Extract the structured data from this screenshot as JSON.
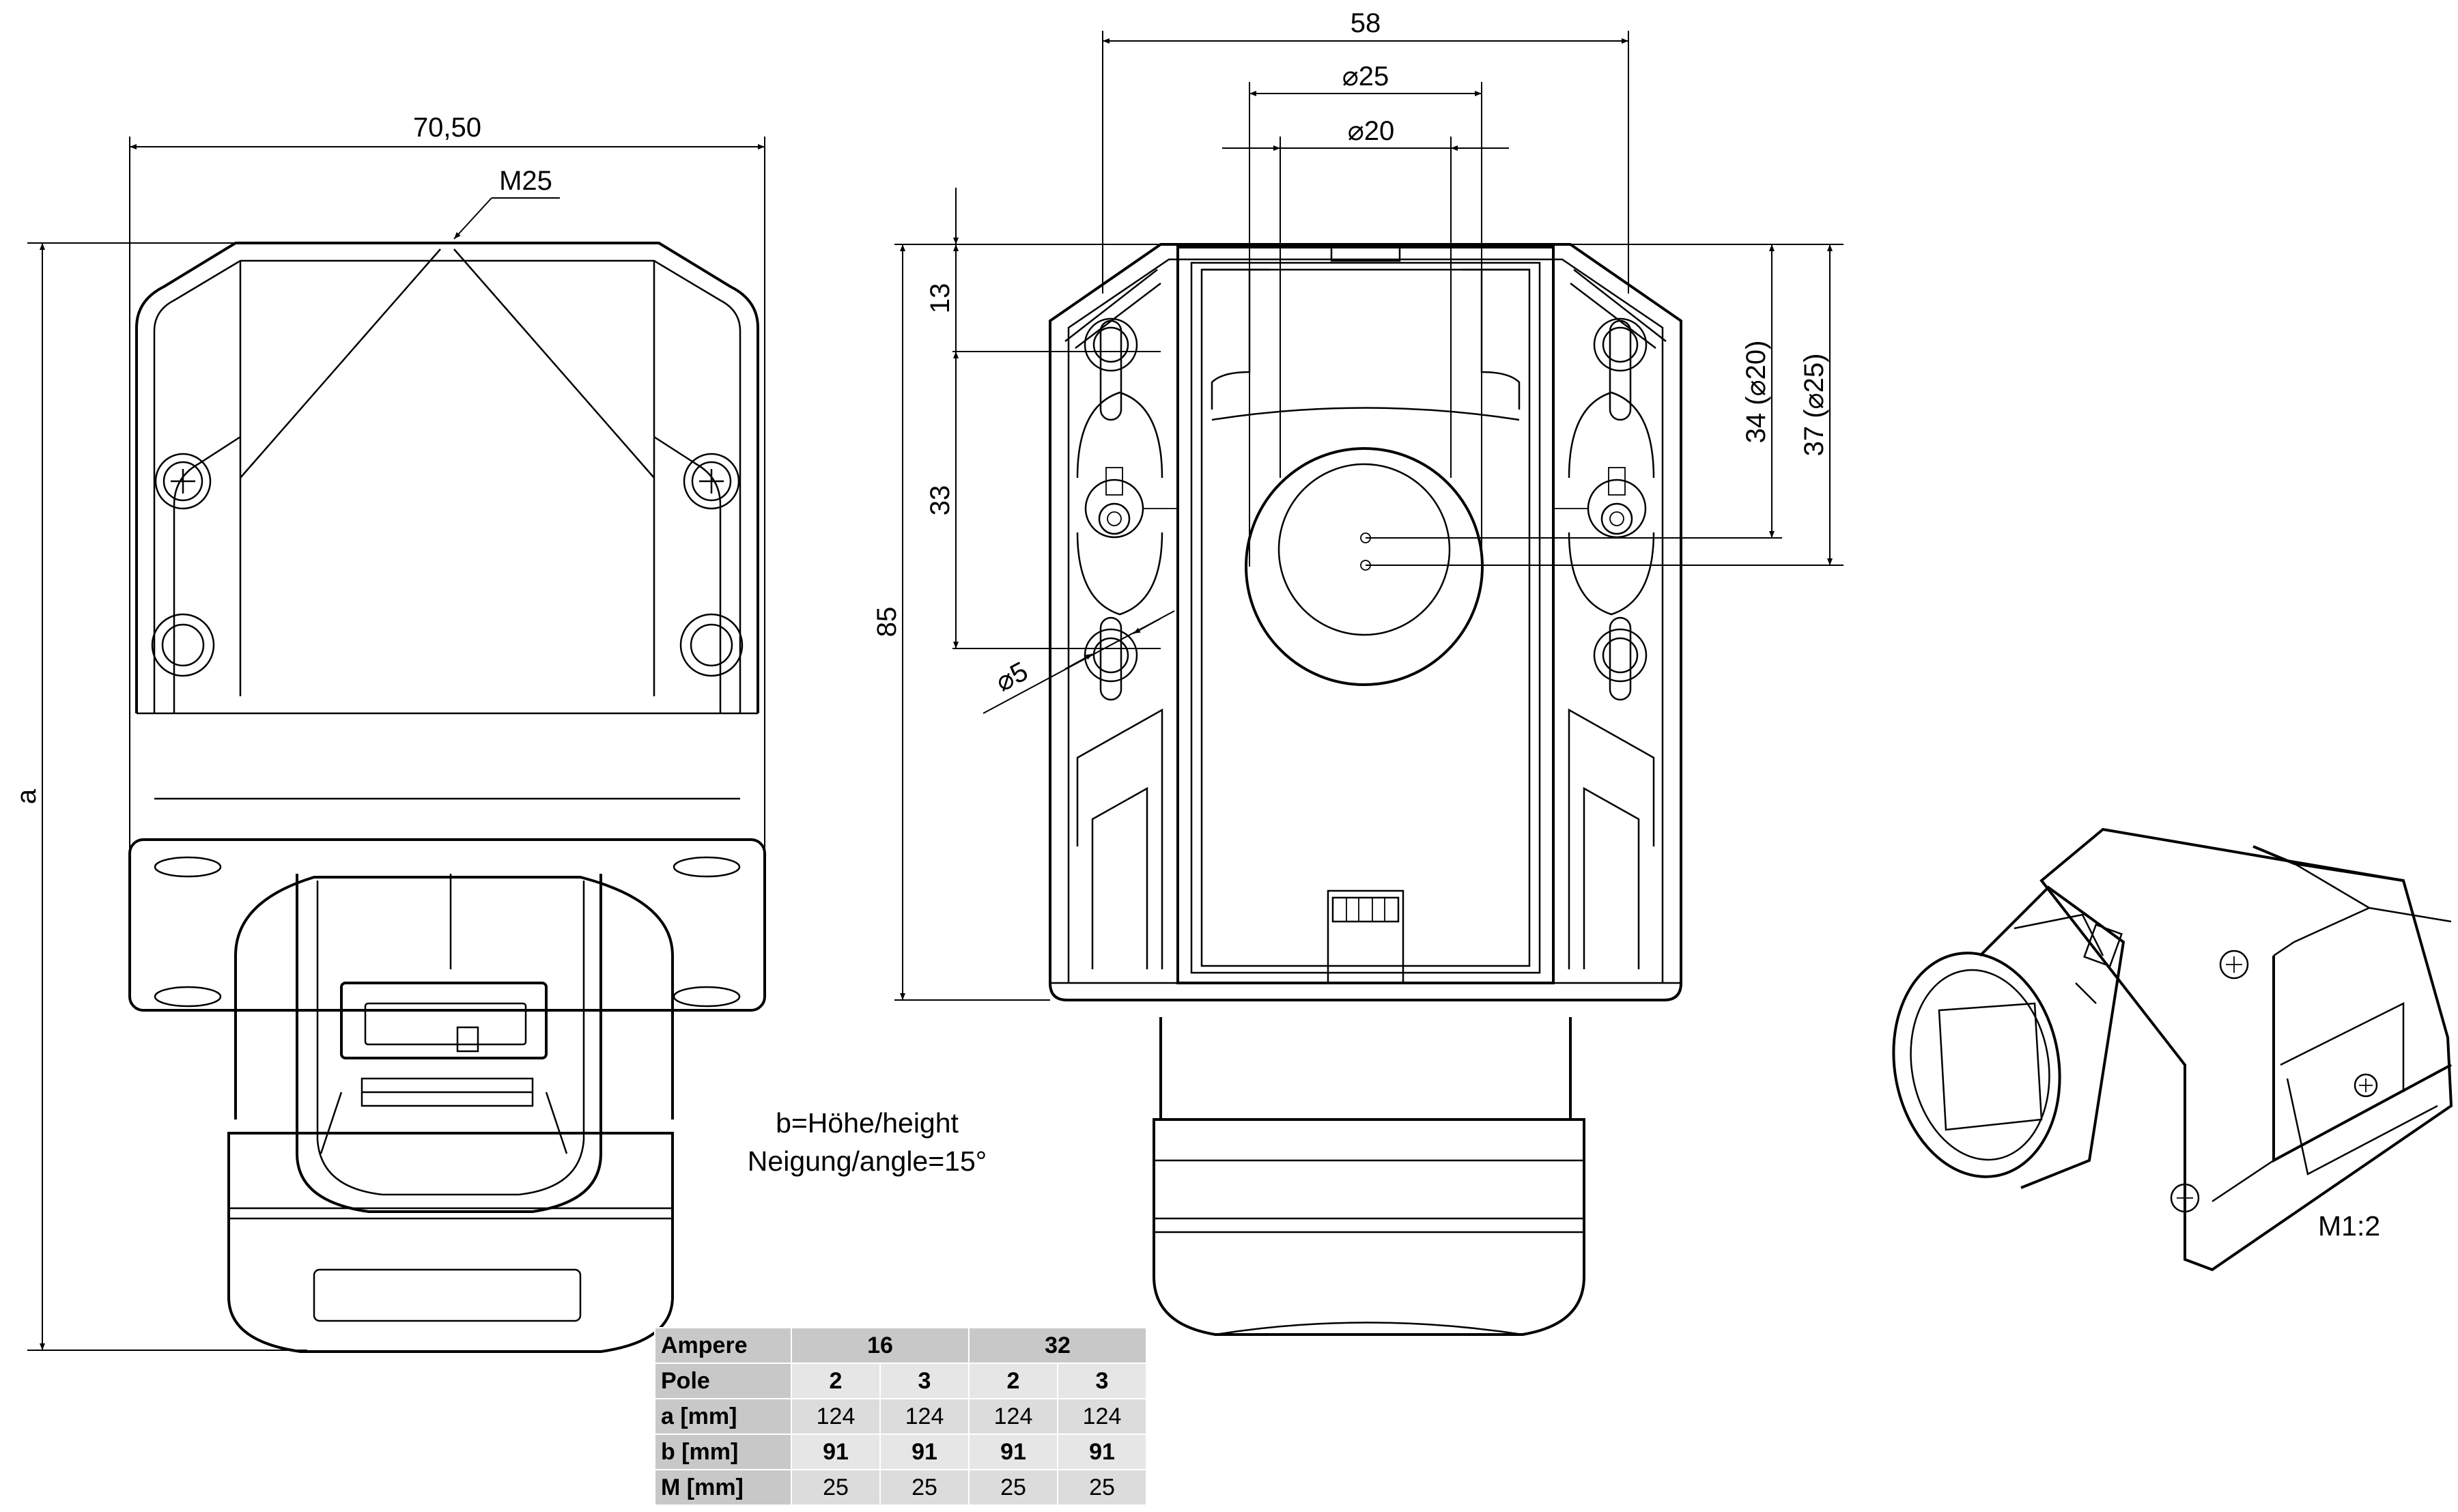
{
  "dimensions": {
    "width_left": "70,50",
    "thread": "M25",
    "height_a": "a",
    "width_top": "58",
    "dia_outer": "⌀25",
    "dia_inner": "⌀20",
    "h_top": "13",
    "h_mid": "33",
    "h_total": "85",
    "hole": "⌀5",
    "h_34": "34 (⌀20)",
    "h_37": "37 (⌀25)"
  },
  "notes": {
    "line1": "b=Höhe/height",
    "line2": "Neigung/angle=15°"
  },
  "scale": "M1:2",
  "table": {
    "header": {
      "label": "Ampere",
      "groups": [
        "16",
        "32"
      ]
    },
    "rows": [
      {
        "label": "Pole",
        "values": [
          "2",
          "3",
          "2",
          "3"
        ]
      },
      {
        "label": "a [mm]",
        "values": [
          "124",
          "124",
          "124",
          "124"
        ]
      },
      {
        "label": "b [mm]",
        "values": [
          "91",
          "91",
          "91",
          "91"
        ]
      },
      {
        "label": "M [mm]",
        "values": [
          "25",
          "25",
          "25",
          "25"
        ]
      }
    ]
  }
}
